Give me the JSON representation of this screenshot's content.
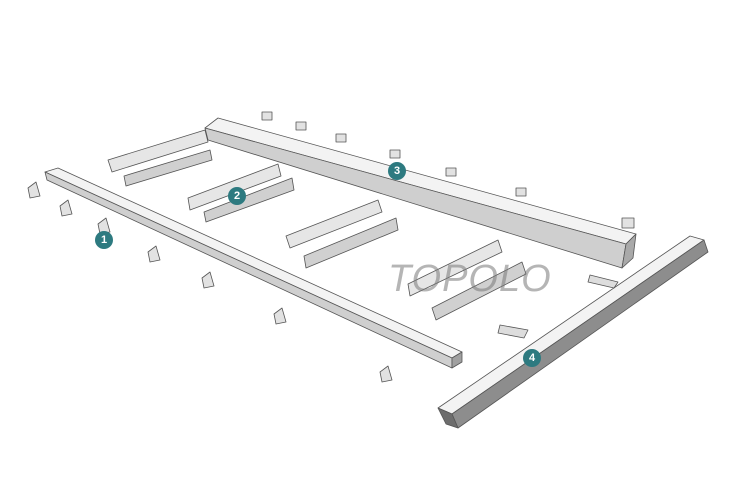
{
  "watermark": "TOPOLO",
  "callouts": [
    {
      "label": "1",
      "part": "side-rail"
    },
    {
      "label": "2",
      "part": "cross-brackets"
    },
    {
      "label": "3",
      "part": "rear-rail"
    },
    {
      "label": "4",
      "part": "front-rail"
    }
  ],
  "colors": {
    "badge": "#2d7a80",
    "rail_light": "#f2f2f2",
    "rail_mid": "#c9c9c9",
    "rail_dark": "#8a8a8a",
    "outline": "#555555"
  }
}
